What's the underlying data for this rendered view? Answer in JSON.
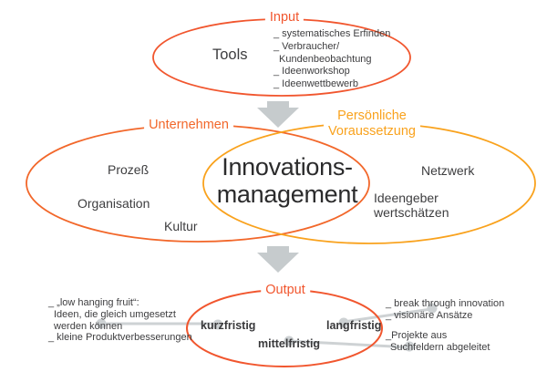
{
  "colors": {
    "input_output": "#f1562e",
    "company": "#f2672a",
    "personal": "#f9a21d",
    "arrow_gray": "#c6cbcd",
    "connector_gray": "#ced2d4",
    "dot_gray": "#cdd1d3",
    "text_dark": "#2b2b2c",
    "text_body": "#3d3d3f"
  },
  "input_ellipse": {
    "label": "Input",
    "tools_label": "Tools",
    "items": [
      "_ systematisches Erfinden",
      "_ Verbraucher/",
      "Kundenbeobachtung",
      "_ Ideenworkshop",
      "_ Ideenwettbewerb"
    ]
  },
  "company_ellipse": {
    "label": "Unternehmen",
    "items": [
      "Prozeß",
      "Organisation",
      "Kultur"
    ]
  },
  "personal_ellipse": {
    "label_line1": "Persönliche",
    "label_line2": "Voraussetzung",
    "item_network": "Netzwerk",
    "item_idea_line1": "Ideengeber",
    "item_idea_line2": "wertschätzen"
  },
  "center_title": {
    "line1": "Innovations-",
    "line2": "management"
  },
  "output_ellipse": {
    "label": "Output",
    "terms": [
      "kurzfristig",
      "langfristig",
      "mittelfristig"
    ]
  },
  "left_note": {
    "lines": [
      "_ „low hanging fruit“:",
      "Ideen, die gleich umgesetzt",
      "werden können",
      "_ kleine Produktverbesserungen"
    ]
  },
  "right_note_top": {
    "lines": [
      "_ break through innovation",
      "_ visionäre Ansätze"
    ]
  },
  "right_note_bottom": {
    "lines": [
      "_Projekte aus",
      "Suchfeldern abgeleitet"
    ]
  }
}
